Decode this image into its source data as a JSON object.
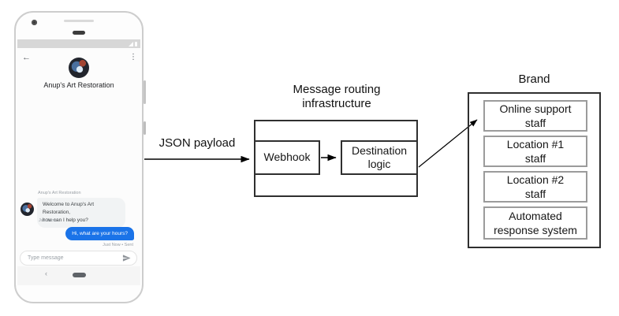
{
  "diagram": {
    "payload_label": "JSON payload",
    "routing": {
      "title": "Message routing\ninfrastructure",
      "webhook_label": "Webhook",
      "destination_label": "Destination\nlogic"
    },
    "brand": {
      "title": "Brand",
      "items": [
        "Online support\nstaff",
        "Location #1\nstaff",
        "Location #2\nstaff",
        "Automated\nresponse system"
      ]
    }
  },
  "phone": {
    "header": {
      "back_icon": "←",
      "menu_icon": "⋮",
      "title": "Anup's Art Restoration"
    },
    "conversation": {
      "sender_label": "Anup's Art Restoration",
      "incoming_message": "Welcome to Anup's Art Restoration,\nhow can I help you?",
      "incoming_status": "Just Now",
      "outgoing_message": "Hi, what are your hours?",
      "outgoing_status": "Just Now • Sent"
    },
    "composer": {
      "placeholder": "Type message"
    },
    "nav": {
      "back_icon": "‹"
    }
  },
  "colors": {
    "outgoing_bubble": "#1a73e8",
    "incoming_bubble": "#f1f3f4",
    "status_bar": "#d7d7d7",
    "diagram_line": "#000000",
    "inner_box_border": "#9b9b9b"
  }
}
